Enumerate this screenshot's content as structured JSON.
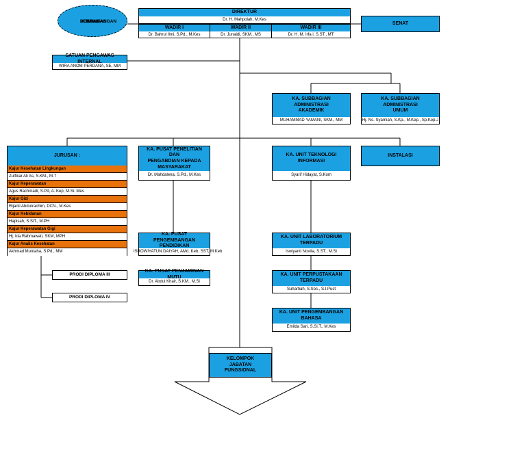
{
  "dewan": [
    "DEWAN",
    "PERTIMBANGAN",
    "PENGAWAS"
  ],
  "direktur": {
    "title": "DIREKTUR",
    "name": "Dr. H. Mahpolah, M.Kes"
  },
  "wadir": [
    {
      "title": "WADIR I",
      "name": "Dr. Bahrul Ilmi, S.Pd., M.Kes"
    },
    {
      "title": "WADIR II",
      "name": "Dr. Junaidi, SKM., MS"
    },
    {
      "title": "WADIR III",
      "name": "Dr. H. M. Irfa i, S.ST., MT"
    }
  ],
  "senat": "SENAT",
  "spi": {
    "title": "SATUAN PENGAWAS INTERNAL",
    "name": "WIRA ANOM PERDANA, SE, MM"
  },
  "subbag_akademik": {
    "title": [
      "KA. SUBBAGIAN ADMINISTRASI",
      "AKADEMIK"
    ],
    "name": "MUHAMMAD YAMANI, SKM., MM"
  },
  "subbag_umum": {
    "title": [
      "KA. SUBBAGIAN ADMINISTRASI",
      "UMUM"
    ],
    "name": "Hj. Ns. Syarniah, S.Kp., M.Kep., Sp.Kep.J"
  },
  "jurusan": {
    "title": "JURUSAN :",
    "rows": [
      {
        "head": "Kajur Kesehatan Lingkungan",
        "name": "Zulfikar Ali As, S.KM., M.T"
      },
      {
        "head": "Kajur Keperawatan",
        "name": "Agus Rachmadi, S.Pd, A. Kep, M.Si. Mes"
      },
      {
        "head": "Kajur Gizi",
        "name": "Rijanti Abdurrachim, DCN., M.Kes"
      },
      {
        "head": "Kajur Kebidanan",
        "name": "Hapisah, S.SiT., M.PH"
      },
      {
        "head": "Kajur Keperawatan Gigi",
        "name": "Hj. Ida Rahmawati, SKM, MPH"
      },
      {
        "head": "Kajur Analis Kesehatan",
        "name": "Akhmad Muntaha, S.Pd., MM"
      }
    ]
  },
  "prodi": [
    "PRODI DIPLOMA III",
    "PRODI DIPLOMA IV"
  ],
  "p3m": {
    "title": [
      "KA. PUSAT PENELITIAN DAN",
      "PENGABDIAN KEPADA MASYARAKAT"
    ],
    "name": "Dr. Mahdalena, S.Pd., M.Kes"
  },
  "ppp": {
    "title": [
      "KA. PUSAT PENGEMBANGAN",
      "PENDIDIKAN"
    ],
    "name": "ISROWIYATUN DAIYAH, AMd. Keb, SST, M.Keb"
  },
  "ppm": {
    "title": "KA. PUSAT PENJAMINAN MUTU",
    "name": "Dr. Abdul Khair, S.KM., M.Si"
  },
  "uti": {
    "title": "KA. UNIT TEKNOLOGI INFORMASI",
    "name": "Syarif Hidayat, S.Kom"
  },
  "instalasi": "INSTALASI",
  "lab": {
    "title": [
      "KA. UNIT LABORATORIUM",
      "TERPADU"
    ],
    "name": "Iswiyanti Novita, S.ST., M.Si"
  },
  "perpus": {
    "title": [
      "KA. UNIT PERPUSTAKAAN",
      "TERPADU"
    ],
    "name": "Suhartiah, S.Sos., S.I.Pust"
  },
  "bahasa": {
    "title": [
      "KA. UNIT PENGEMBANGAN",
      "BAHASA"
    ],
    "name": "Emilda Sari, S.Si.T., M.Kes"
  },
  "kelompok": [
    "KELOMPOK",
    "JABATAN",
    "FUNGSIONAL"
  ],
  "colors": {
    "box": "#1ba1e2",
    "kajur": "#e8730c"
  }
}
